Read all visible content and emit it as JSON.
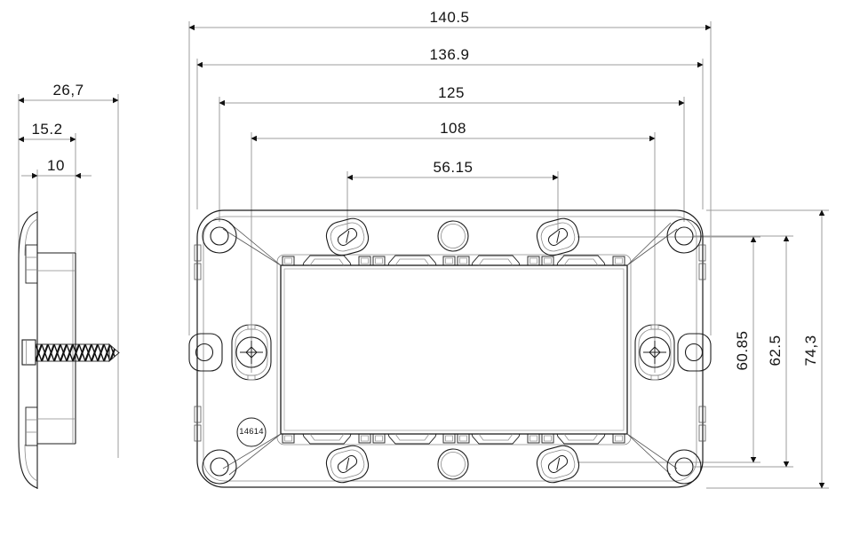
{
  "drawing": {
    "part_marking": "14614",
    "dimensions": {
      "top": [
        {
          "id": "overall-width",
          "label": "140.5"
        },
        {
          "id": "body-width",
          "label": "136.9"
        },
        {
          "id": "corner-hole-spacing-h",
          "label": "125"
        },
        {
          "id": "side-screw-spacing-h",
          "label": "108"
        },
        {
          "id": "slot-spacing-h",
          "label": "56.15"
        }
      ],
      "left": [
        {
          "id": "overall-depth",
          "label": "26,7"
        },
        {
          "id": "depth-to-tab",
          "label": "15.2"
        },
        {
          "id": "body-depth",
          "label": "10"
        }
      ],
      "right": [
        {
          "id": "slot-spacing-v",
          "label": "60.85"
        },
        {
          "id": "corner-hole-spacing-v",
          "label": "62.5"
        },
        {
          "id": "overall-height",
          "label": "74,3"
        }
      ]
    },
    "colors": {
      "background": "#ffffff",
      "part_line": "#1c1c1c",
      "secondary_line": "#8a8a8a",
      "dimension_line": "#9c9c9c",
      "arrow": "#111111",
      "text": "#141414"
    }
  }
}
